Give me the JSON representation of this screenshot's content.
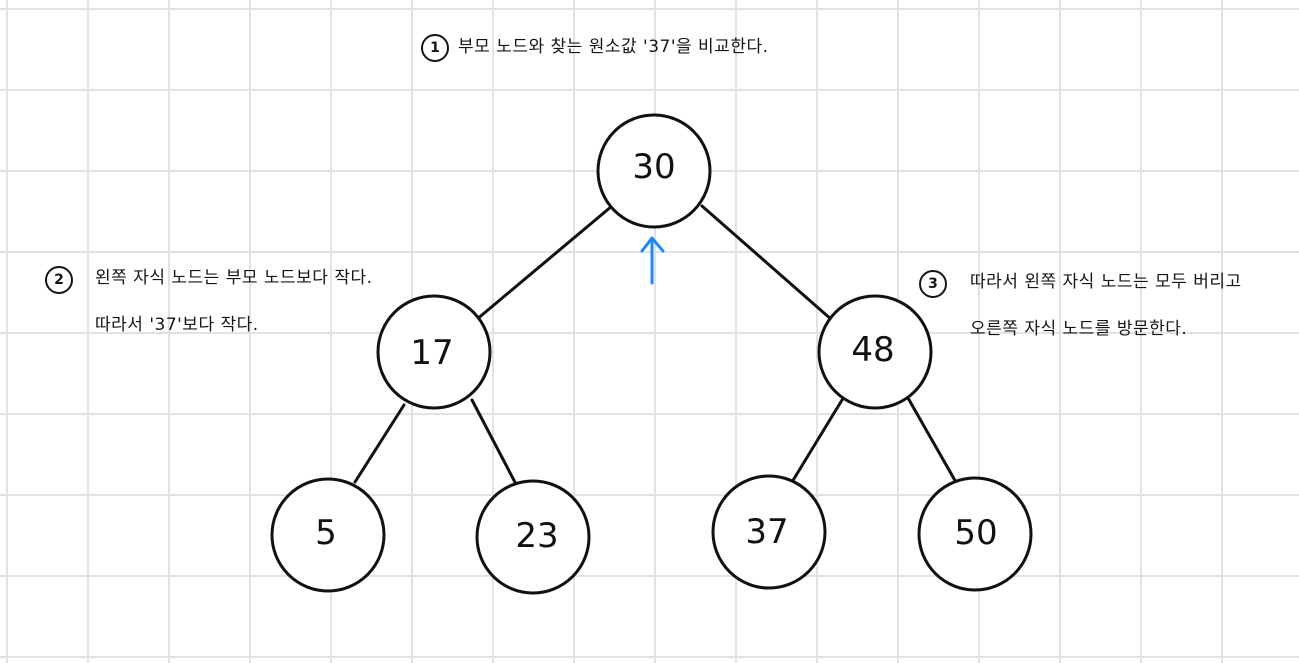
{
  "steps": [
    {
      "number": "1",
      "lines": [
        "부모 노드와 찾는 원소값 '37'을 비교한다."
      ]
    },
    {
      "number": "2",
      "lines": [
        "왼쪽 자식 노드는 부모 노드보다 작다.",
        "따라서 '37'보다 작다."
      ]
    },
    {
      "number": "3",
      "lines": [
        "따라서 왼쪽 자식 노드는 모두 버리고",
        "오른쪽 자식 노드를 방문한다."
      ]
    }
  ],
  "tree": {
    "root": "30",
    "left": "17",
    "right": "48",
    "left_left": "5",
    "left_right": "23",
    "right_left": "37",
    "right_right": "50"
  },
  "colors": {
    "arrow": "#1e88ff",
    "ink": "#111111",
    "grid": "#e2e2e2"
  },
  "icons": {
    "pointer": "up-arrow-icon"
  }
}
